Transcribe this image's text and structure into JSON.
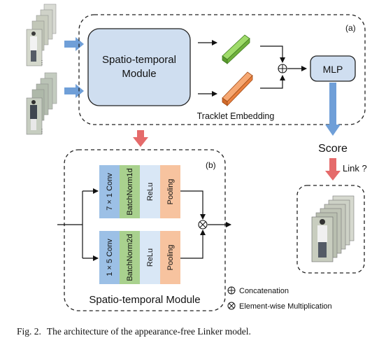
{
  "figure": {
    "panel_a_label": "(a)",
    "panel_b_label": "(b)",
    "st_module_line1": "Spatio-temporal",
    "st_module_line2": "Module",
    "mlp": "MLP",
    "tracklet_embedding": "Tracklet Embedding",
    "score": "Score",
    "link": "Link ?",
    "branch1": [
      "7 × 1 Conv",
      "BatchNorm1d",
      "ReLu",
      "Pooling"
    ],
    "branch2": [
      "1 × 5 Conv",
      "BatchNorm2d",
      "ReLu",
      "Pooling"
    ],
    "panel_b_title": "Spatio-temporal Module",
    "legend": {
      "concat_symbol": "⊕",
      "concat": "Concatenation",
      "mult_symbol": "⊗",
      "mult": "Element-wise Multiplication"
    },
    "colors": {
      "module_fill": "#cfdef0",
      "green_embedding": "#7fc84a",
      "orange_embedding": "#f08a4b",
      "blue_arrow": "#6f9fd8",
      "red_arrow": "#e56b6b",
      "conv": "#9cc0e6",
      "batchnorm": "#a9d18e",
      "relu": "#d9e7f6",
      "pooling": "#f7c39f"
    }
  },
  "caption": {
    "label": "Fig. 2.",
    "text": "The architecture of the appearance-free Linker model."
  }
}
